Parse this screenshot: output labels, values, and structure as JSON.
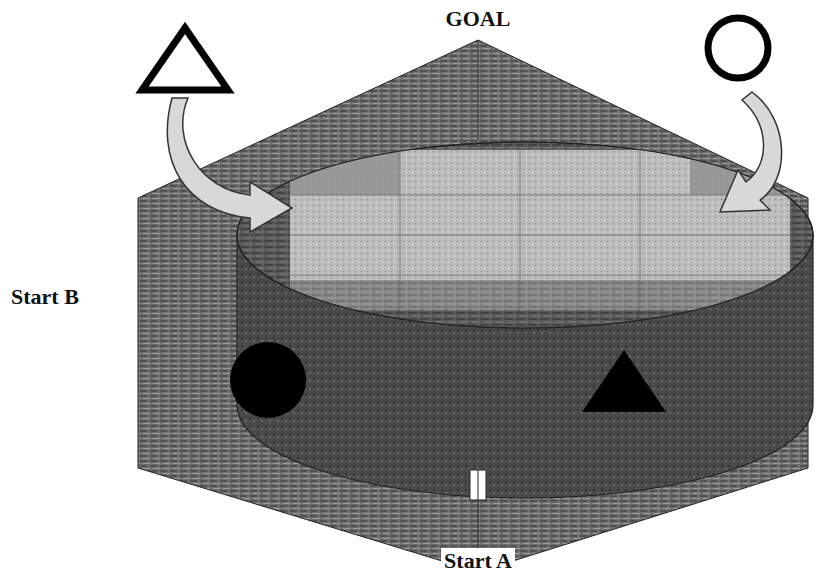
{
  "diagram": {
    "labels": [
      "GOAL",
      "Start B",
      "Start A"
    ]
  }
}
